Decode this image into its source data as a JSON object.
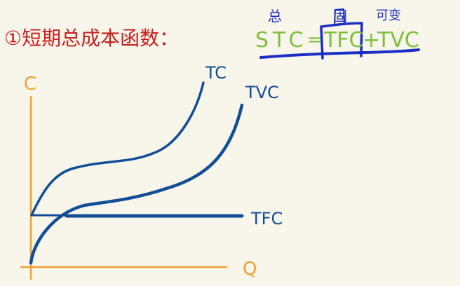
{
  "title": {
    "text": "①短期总成本函数：",
    "color": "#c8201e"
  },
  "formula": {
    "lhs": "STC",
    "equals": "=",
    "term1": "TFC",
    "plus": "+",
    "term2": "TVC",
    "annotation_total": "总",
    "annotation_fixed": "固",
    "annotation_variable": "可变",
    "text_color": "#7cbf3c",
    "ink_color": "#1a2fc4"
  },
  "chart": {
    "y_axis_label": "C",
    "x_axis_label": "Q",
    "axis_color": "#f0a030",
    "curve_color": "#124e96",
    "curves": [
      {
        "name": "TC",
        "label": "TC"
      },
      {
        "name": "TVC",
        "label": "TVC"
      },
      {
        "name": "TFC",
        "label": "TFC"
      }
    ]
  },
  "chart_data": {
    "type": "line",
    "title": "短期总成本函数 STC = TFC + TVC",
    "xlabel": "Q",
    "ylabel": "C",
    "grid": false,
    "series": [
      {
        "name": "TC",
        "description": "starts at TFC level on C-axis, concave then convex rising steeply"
      },
      {
        "name": "TVC",
        "description": "starts at origin, concave then convex, parallel to TC shifted down by TFC"
      },
      {
        "name": "TFC",
        "description": "horizontal line at constant cost level"
      }
    ],
    "legend_position": "inline labels at curve ends"
  }
}
